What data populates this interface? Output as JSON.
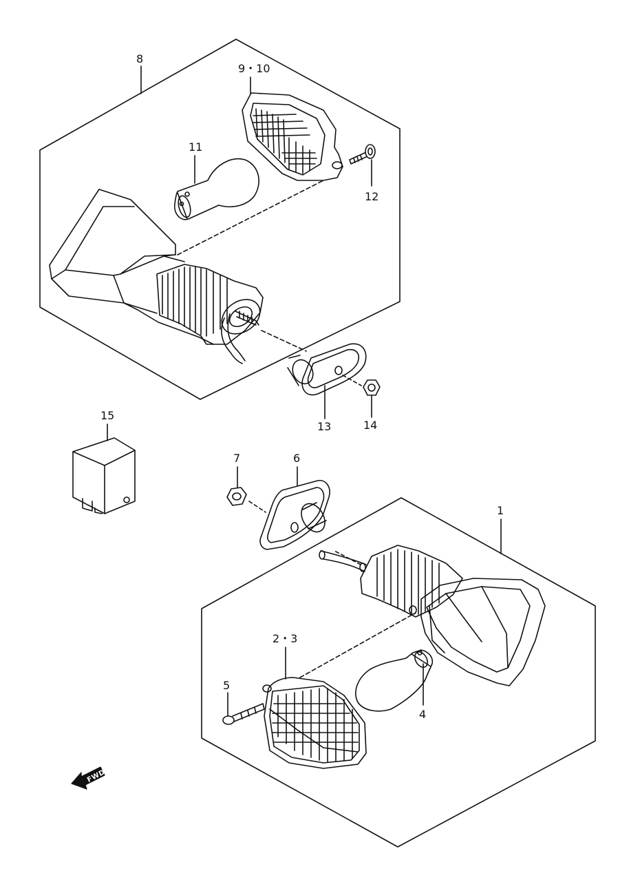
{
  "callouts": {
    "c1": "1",
    "c23": "2・3",
    "c4": "4",
    "c5": "5",
    "c6": "6",
    "c7": "7",
    "c8": "8",
    "c910": "9・10",
    "c11": "11",
    "c12": "12",
    "c13": "13",
    "c14": "14",
    "c15": "15"
  },
  "fwd_label": "FWD"
}
